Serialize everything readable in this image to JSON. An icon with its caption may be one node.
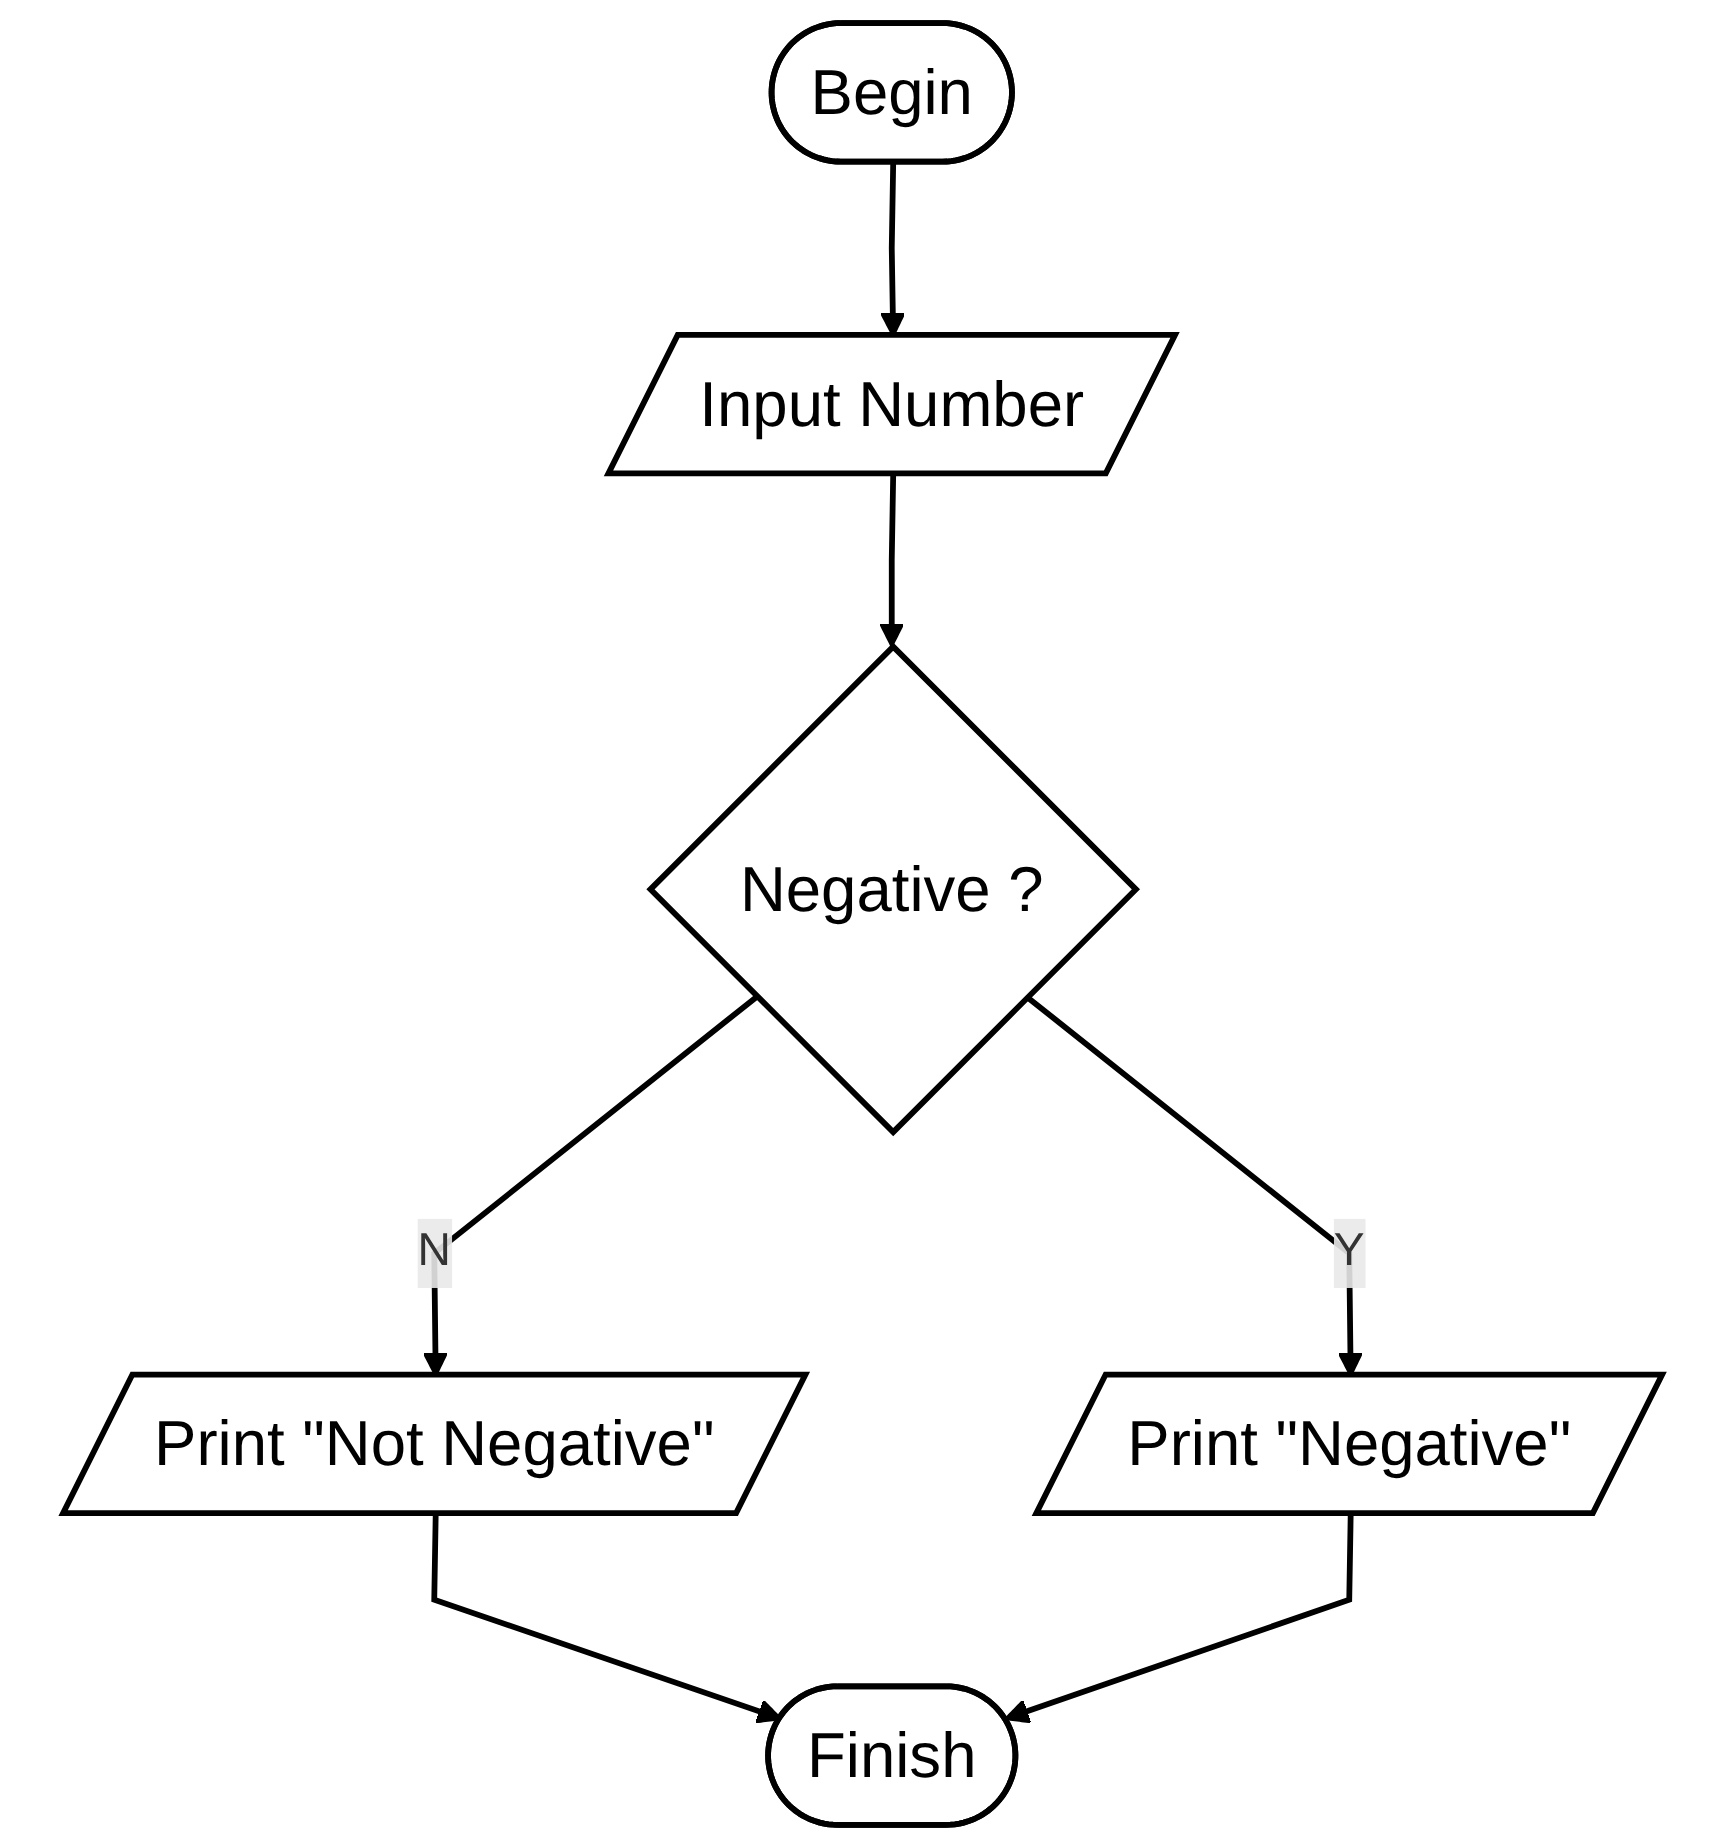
{
  "diagram": {
    "nodes": [
      {
        "text": [
          "Begin"
        ]
      },
      {
        "text": [
          "Input Number"
        ]
      },
      {
        "text": [
          "Negative ?"
        ]
      },
      {
        "text": [
          "Print \"Negative\""
        ]
      },
      {
        "text": [
          "Print \"Not Negative\""
        ]
      },
      {
        "text": [
          "Finish"
        ]
      }
    ],
    "edges": [
      {
        "from": 0,
        "to": 1,
        "arrow": "to"
      },
      {
        "from": 1,
        "to": 2,
        "arrow": "to"
      },
      {
        "from": 2,
        "to": 3,
        "arrow": "to",
        "label": "Y"
      },
      {
        "from": 2,
        "to": 4,
        "arrow": "to",
        "label": "N"
      },
      {
        "from": 4,
        "to": 5,
        "arrow": "to"
      },
      {
        "from": 3,
        "to": 5,
        "arrow": "to"
      }
    ]
  }
}
